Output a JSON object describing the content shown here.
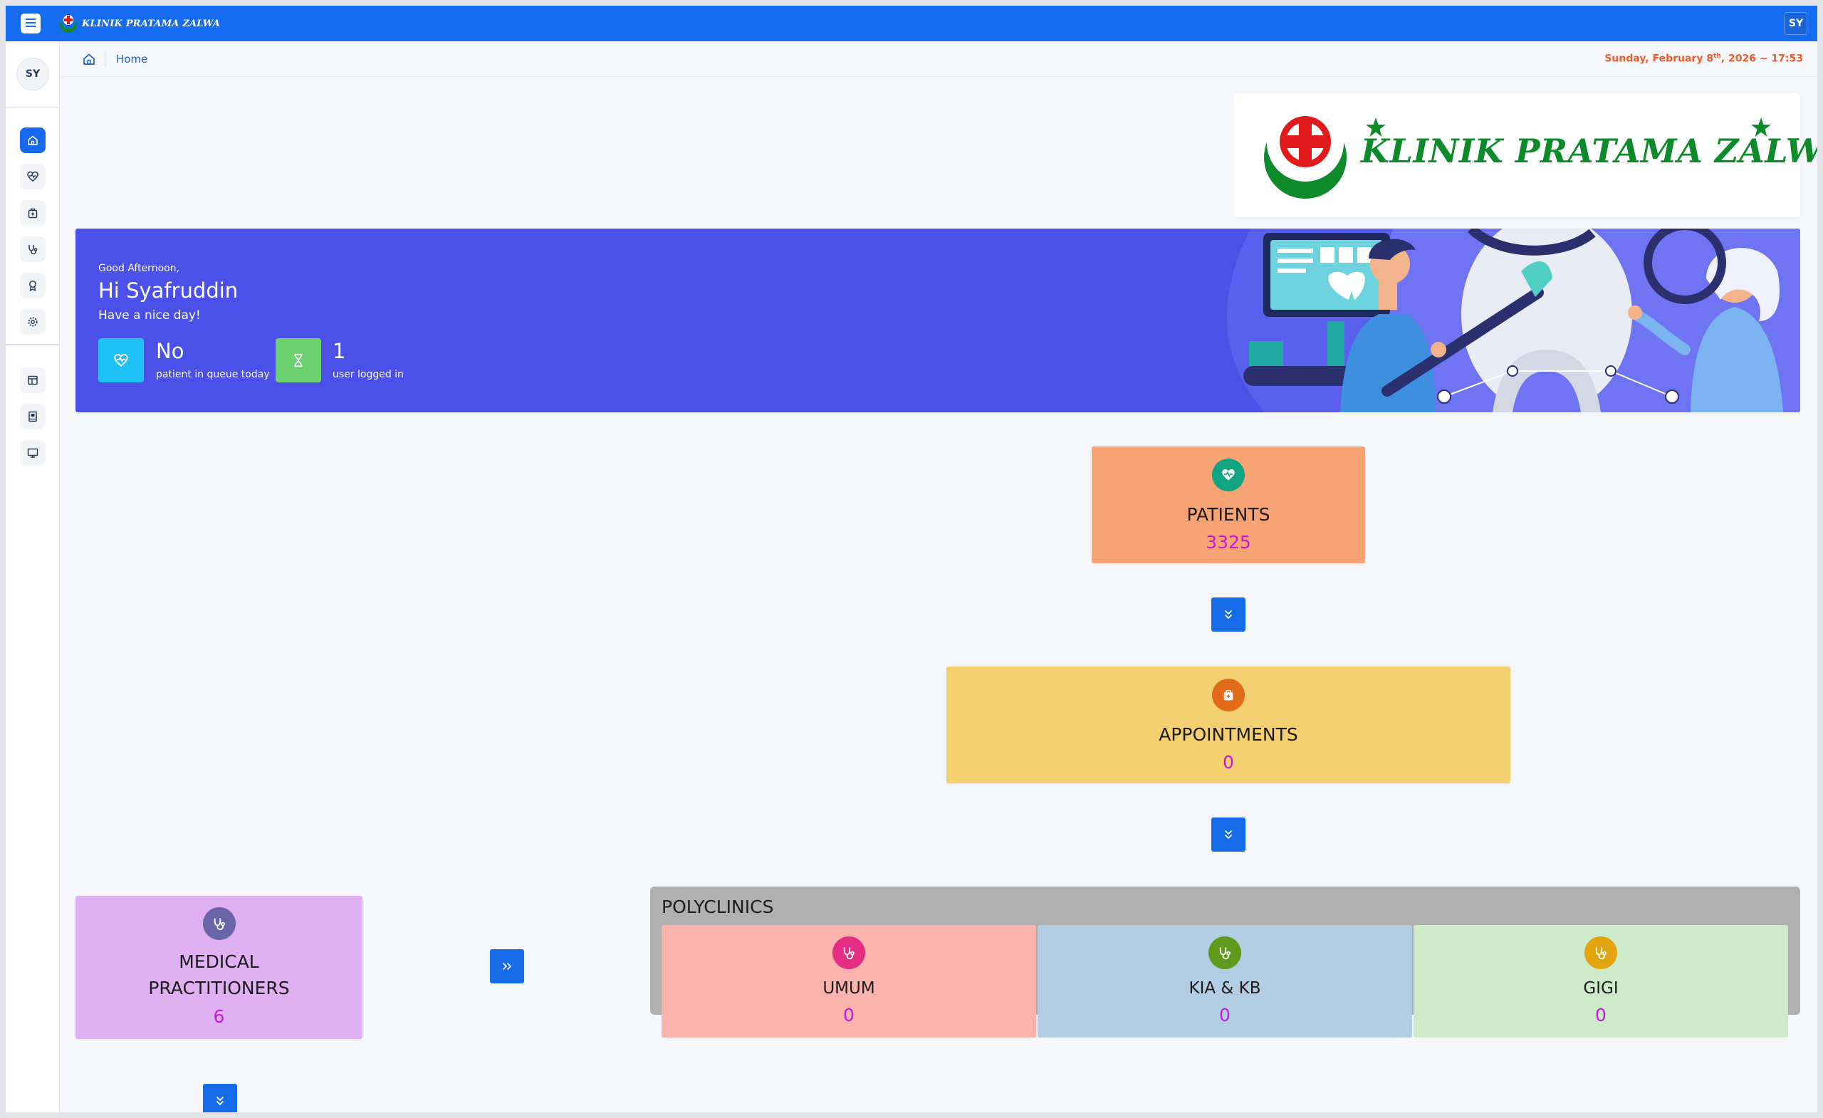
{
  "topbar": {
    "brand_text": "KLINIK PRATAMA ZALWA",
    "user_initials": "SY"
  },
  "sidebar": {
    "user_initials": "SY",
    "items": [
      {
        "icon": "home-icon"
      },
      {
        "icon": "heart-pulse-icon"
      },
      {
        "icon": "medical-bag-icon"
      },
      {
        "icon": "stethoscope-icon"
      },
      {
        "icon": "award-icon"
      },
      {
        "icon": "settings-icon"
      },
      {
        "icon": "layout-icon"
      },
      {
        "icon": "book-icon"
      },
      {
        "icon": "monitor-icon"
      }
    ]
  },
  "breadcrumb": {
    "home_label": "Home",
    "date_prefix": "Sunday, February 8",
    "date_suffix_sup": "th",
    "date_rest": ", 2026 ~ 17:53"
  },
  "logo_card": {
    "text": "KLINIK PRATAMA ZALWA"
  },
  "banner": {
    "greeting_small": "Good Afternoon,",
    "greeting_name": "Hi Syafruddin",
    "greeting_sub": "Have a nice day!",
    "queue_value": "No",
    "queue_label": "patient in queue today",
    "users_value": "1",
    "users_label": "user logged in"
  },
  "cards": {
    "patients": {
      "title": "PATIENTS",
      "value": "3325"
    },
    "appointments": {
      "title": "APPOINTMENTS",
      "value": "0"
    },
    "practitioners": {
      "title_line1": "MEDICAL",
      "title_line2": "PRACTITIONERS",
      "value": "6"
    }
  },
  "polyclinics": {
    "title": "POLYCLINICS",
    "items": [
      {
        "name": "UMUM",
        "value": "0"
      },
      {
        "name": "KIA & KB",
        "value": "0"
      },
      {
        "name": "GIGI",
        "value": "0"
      }
    ]
  },
  "colors": {
    "primary": "#166cf0",
    "banner": "#4a50e8",
    "patients_card": "#f8a374",
    "appointments_card": "#f5d070",
    "practitioners_card": "#dfb0f2",
    "umum_card": "#fab3ad",
    "kia_card": "#b3cee3",
    "gigi_card": "#cdebc9",
    "value_text": "#c21bd9",
    "date_text": "#ef5a2c"
  }
}
